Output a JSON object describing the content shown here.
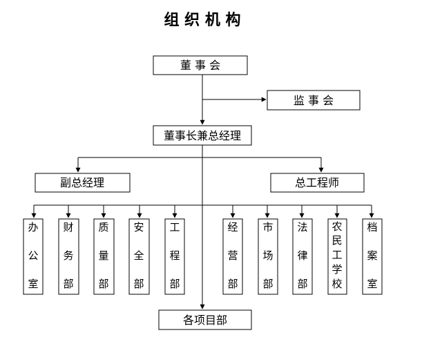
{
  "title": "组 织 机 构",
  "nodes": {
    "board": "董  事  会",
    "supervisors": "监  事  会",
    "chairman": "董事长兼总经理",
    "vice_gm": "副总经理",
    "chief_engineer": "总工程师",
    "office": [
      "办",
      "公",
      "室"
    ],
    "finance": [
      "财",
      "务",
      "部"
    ],
    "quality": [
      "质",
      "量",
      "部"
    ],
    "safety": [
      "安",
      "全",
      "部"
    ],
    "engineering": [
      "工",
      "程",
      "部"
    ],
    "operations": [
      "经",
      "营",
      "部"
    ],
    "market": [
      "市",
      "场",
      "部"
    ],
    "legal": [
      "法",
      "律",
      "部"
    ],
    "school": [
      "农",
      "民",
      "工",
      "学",
      "校"
    ],
    "archives": [
      "档",
      "案",
      "室"
    ],
    "projects": "各项目部"
  },
  "colors": {
    "line": "#000000",
    "box_fill": "#ffffff",
    "text": "#000000"
  }
}
